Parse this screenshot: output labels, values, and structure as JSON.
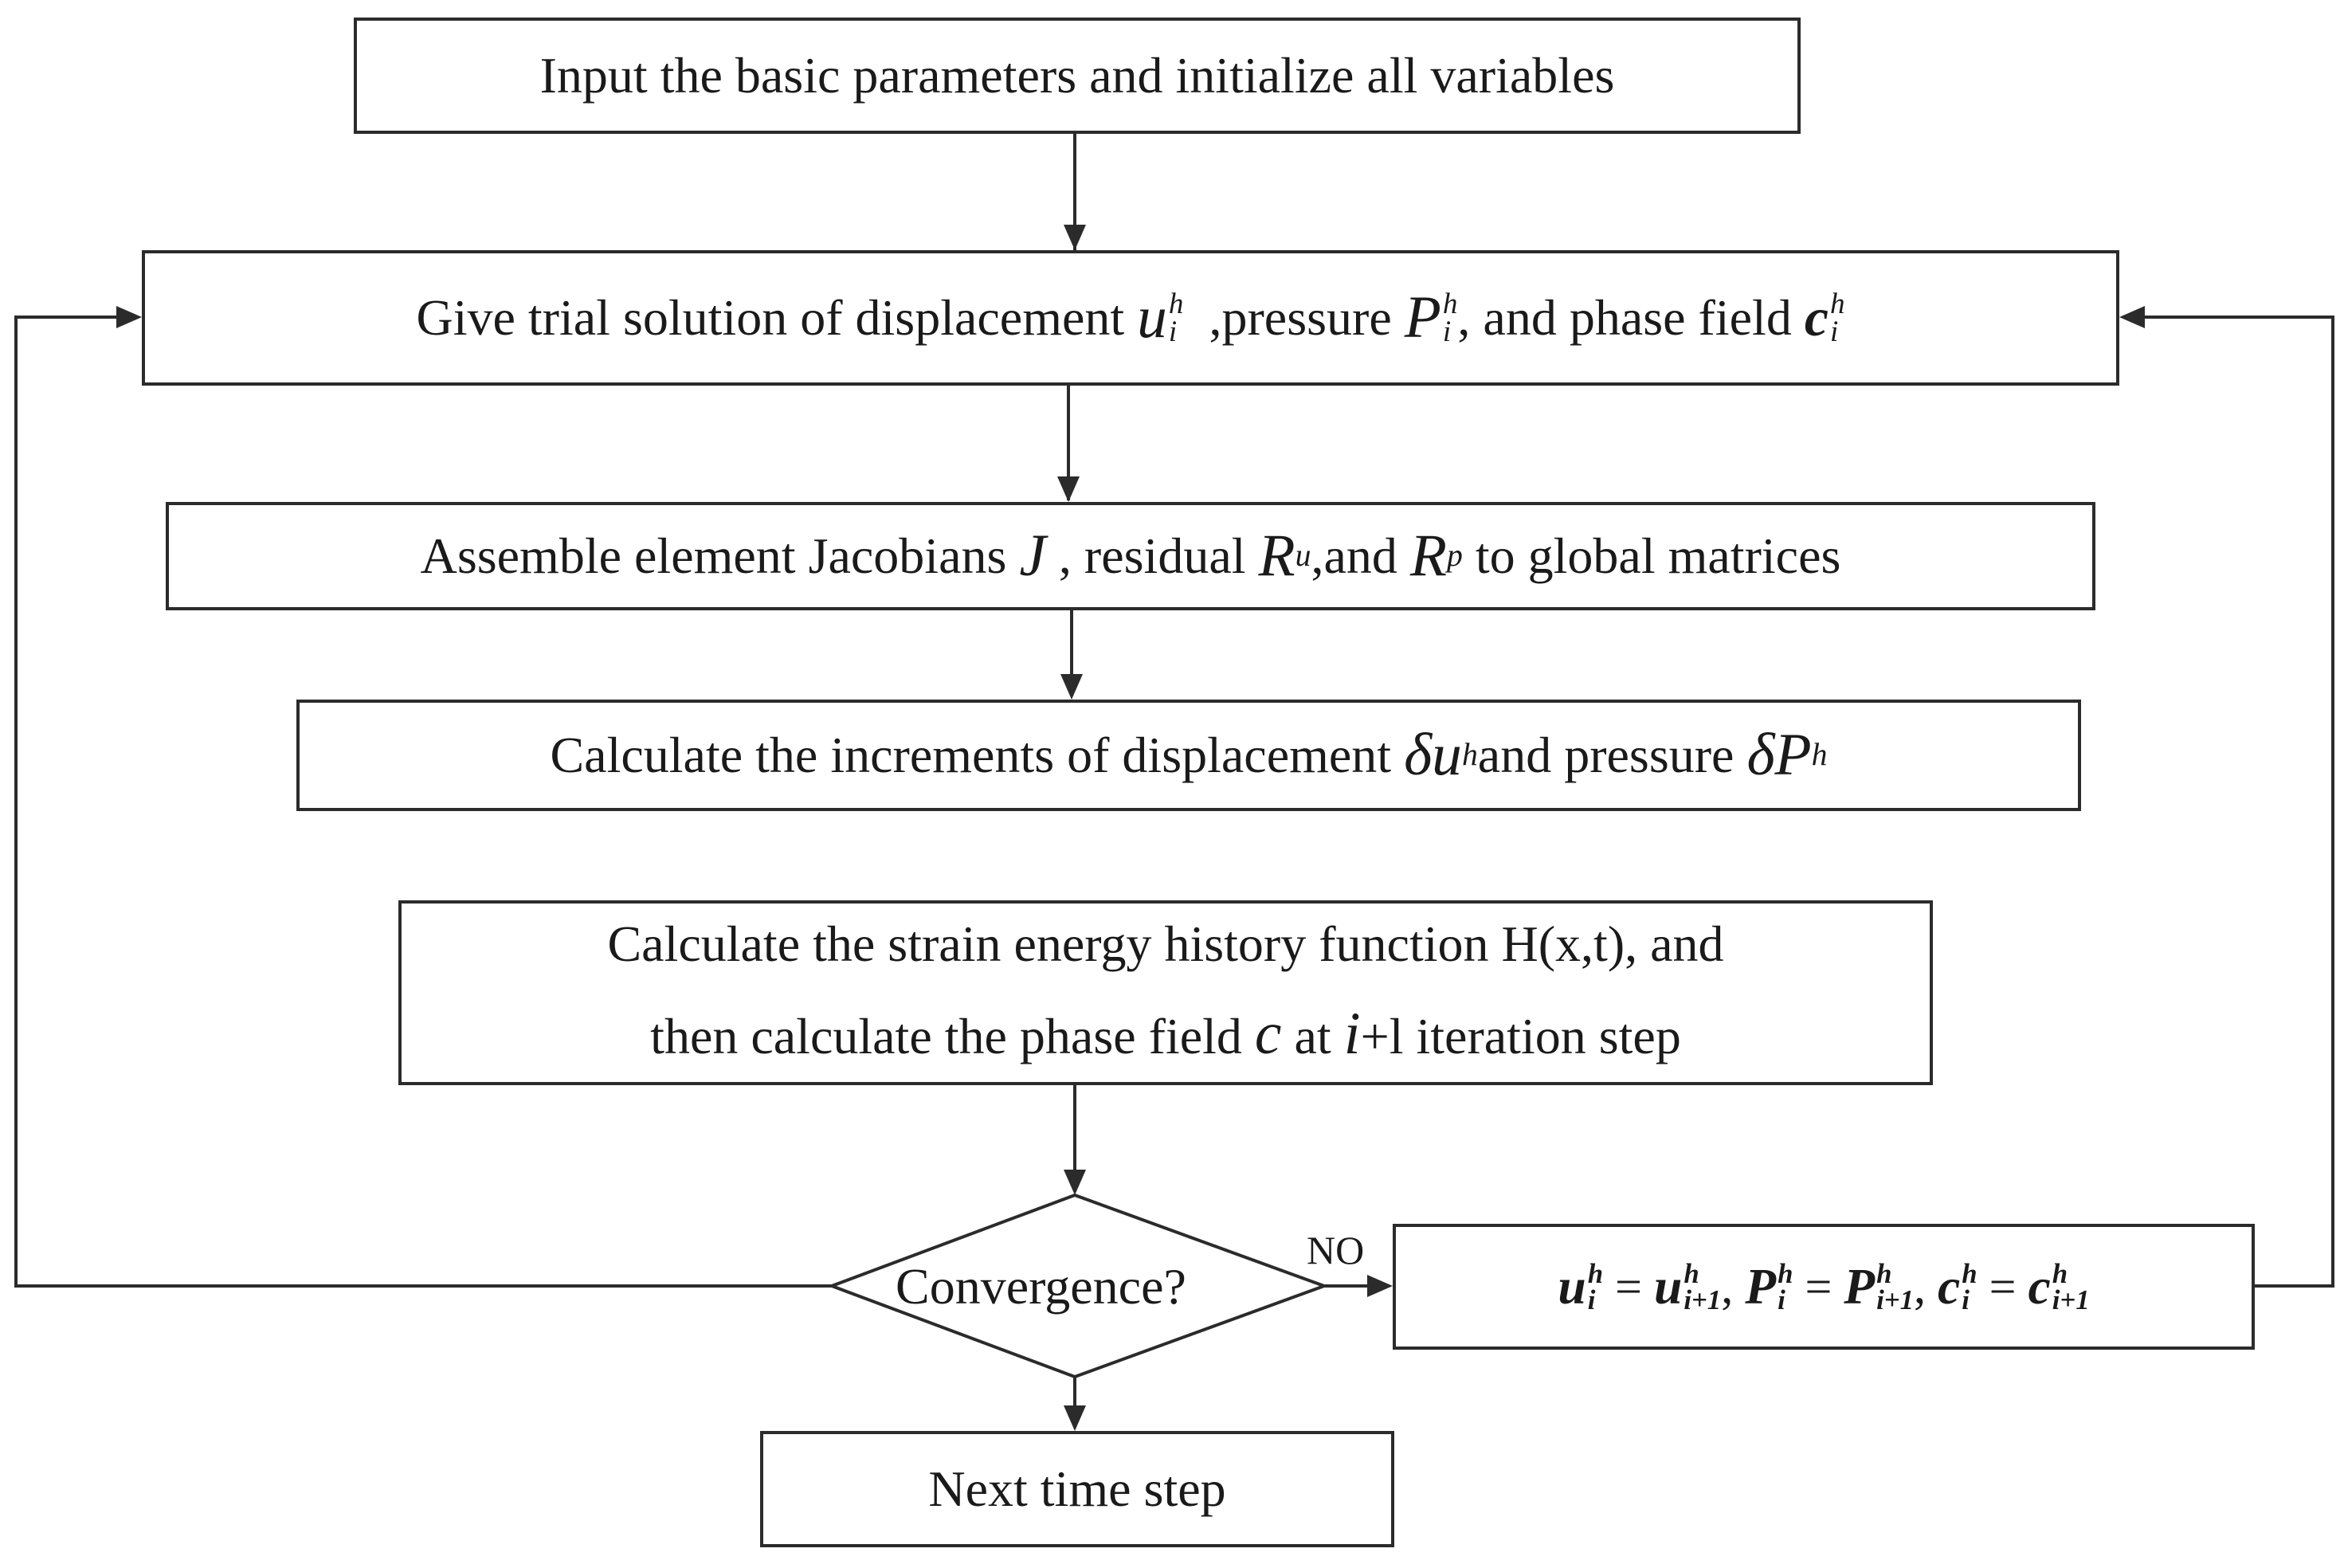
{
  "steps": {
    "input": "Input the basic parameters and initialize all variables",
    "trial": {
      "lead": "Give trial solution of displacement",
      "mid": ",pressure",
      "tail": ", and phase field",
      "u": "u",
      "P": "P",
      "c": "c",
      "sup": "h",
      "sub": "i"
    },
    "assemble": {
      "lead": "Assemble element Jacobians",
      "J": "J",
      "mid": ", residual",
      "R": "R",
      "u_sub": "u",
      "and": ",and",
      "p_sub": "p",
      "tail": "to global matrices"
    },
    "increments": {
      "lead": "Calculate the increments of displacement",
      "du": "δu",
      "sup": "h",
      "mid": "and pressure",
      "dP": "δP"
    },
    "strain": {
      "line1": "Calculate the strain energy history function H(x,t), and",
      "line2_lead": "then calculate the phase field",
      "c": "c",
      "at": "at",
      "i": "i",
      "plus": "+l iteration step"
    },
    "convergence": "Convergence?",
    "no_label": "NO",
    "update": {
      "u": "u",
      "P": "P",
      "c": "c",
      "sup": "h",
      "sub_i": "i",
      "sub_next": "i+1",
      "eq": "=",
      "comma": ","
    },
    "next": "Next time step"
  },
  "colors": {
    "stroke": "#2b2b2b",
    "background": "#ffffff"
  }
}
